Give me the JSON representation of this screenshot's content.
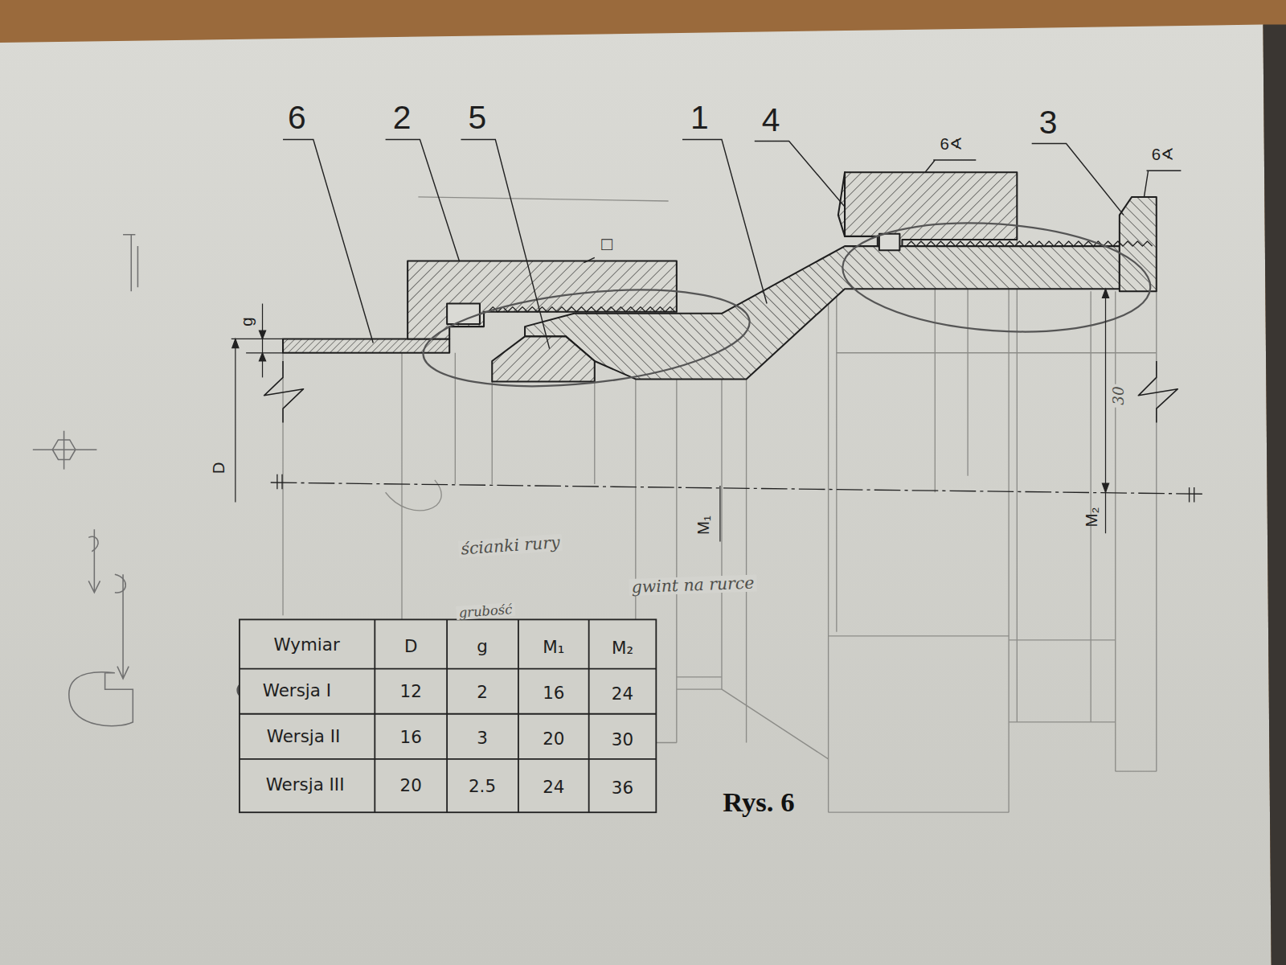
{
  "diagram": {
    "caption": "Rys. 6",
    "labels": [
      "6",
      "2",
      "5",
      "1",
      "4",
      "3",
      "6∢",
      "6∢",
      "□",
      "g",
      "D",
      "M₁",
      "M₂",
      "30",
      "ścianki rury",
      "grubość",
      "gwint na rurce",
      "Wymiar",
      "D",
      "g",
      "M₁",
      "M₂",
      "Wersja I",
      "12",
      "2",
      "16",
      "24",
      "Wersja II",
      "16",
      "3",
      "20",
      "30",
      "Wersja III",
      "20",
      "2.5",
      "24",
      "36"
    ]
  }
}
